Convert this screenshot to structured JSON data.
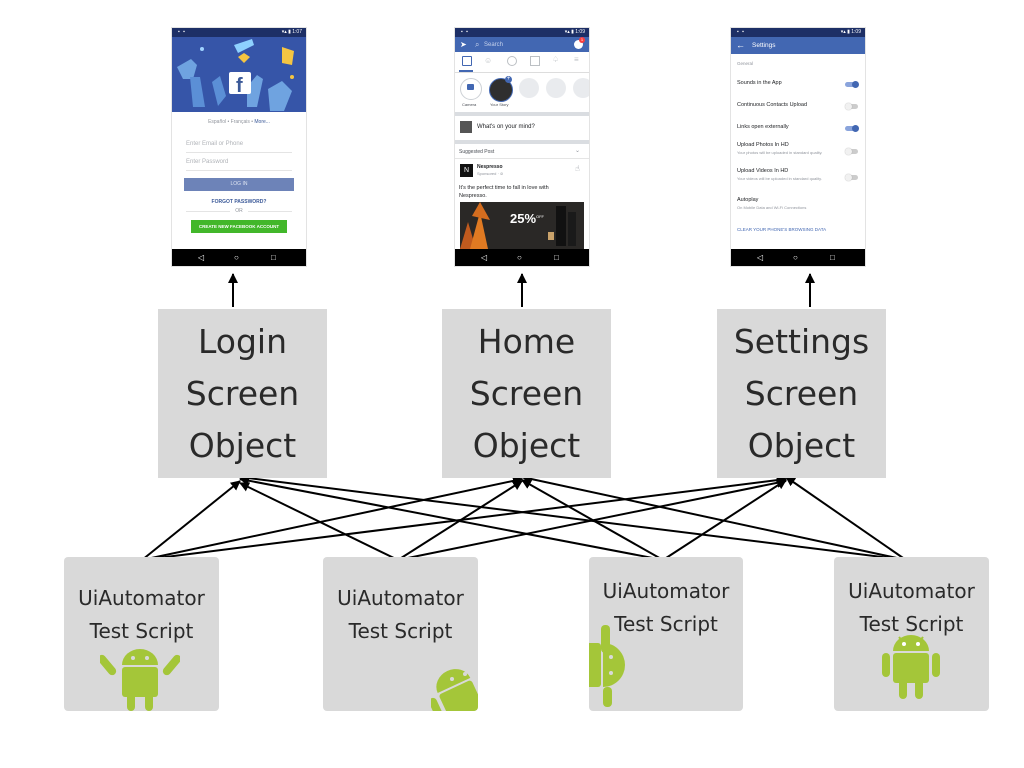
{
  "boxes": {
    "login": [
      "Login",
      "Screen",
      "Object"
    ],
    "home": [
      "Home",
      "Screen",
      "Object"
    ],
    "settings": [
      "Settings",
      "Screen",
      "Object"
    ]
  },
  "scripts": [
    [
      "UiAutomator",
      "Test Script"
    ],
    [
      "UiAutomator",
      "Test Script"
    ],
    [
      "UiAutomator",
      "Test Script"
    ],
    [
      "UiAutomator",
      "Test Script"
    ]
  ],
  "phones": {
    "login": {
      "time": "1:07",
      "languages": "Español • Français •",
      "more": "More...",
      "email_placeholder": "Enter Email or Phone",
      "password_placeholder": "Enter Password",
      "login_button": "LOG IN",
      "forgot": "FORGOT PASSWORD?",
      "or": "OR",
      "create": "CREATE NEW FACEBOOK ACCOUNT"
    },
    "home": {
      "time": "1:09",
      "search": "Search",
      "badge": "1",
      "camera_label": "Camera",
      "your_story": "Your Story",
      "whats_on_mind": "What's on your mind?",
      "suggested": "Suggested Post",
      "advertiser": "Nespresso",
      "sponsored": "Sponsored · ⊘",
      "post_text": "It's the perfect time to fall in love with Nespresso.",
      "promo_big": "25%",
      "promo_small": "OFF"
    },
    "settings": {
      "time": "1:09",
      "title": "Settings",
      "section": "General",
      "items": [
        {
          "title": "Sounds in the App",
          "sub": "",
          "on": true
        },
        {
          "title": "Continuous Contacts Upload",
          "sub": "",
          "on": false
        },
        {
          "title": "Links open externally",
          "sub": "",
          "on": true
        },
        {
          "title": "Upload Photos In HD",
          "sub": "Your photos will be uploaded in standard quality.",
          "on": false
        },
        {
          "title": "Upload Videos In HD",
          "sub": "Your videos will be uploaded in standard quality.",
          "on": false
        },
        {
          "title": "Autoplay",
          "sub": "On Mobile Data and Wi-Fi Connections",
          "on": null
        }
      ],
      "clear_link": "CLEAR YOUR PHONE'S BROWSING DATA"
    }
  },
  "colors": {
    "box_fill": "#d9d9d9",
    "android_green": "#a4c639",
    "facebook_blue": "#3b5998",
    "facebook_green": "#42b72a",
    "arrow": "#000000"
  }
}
